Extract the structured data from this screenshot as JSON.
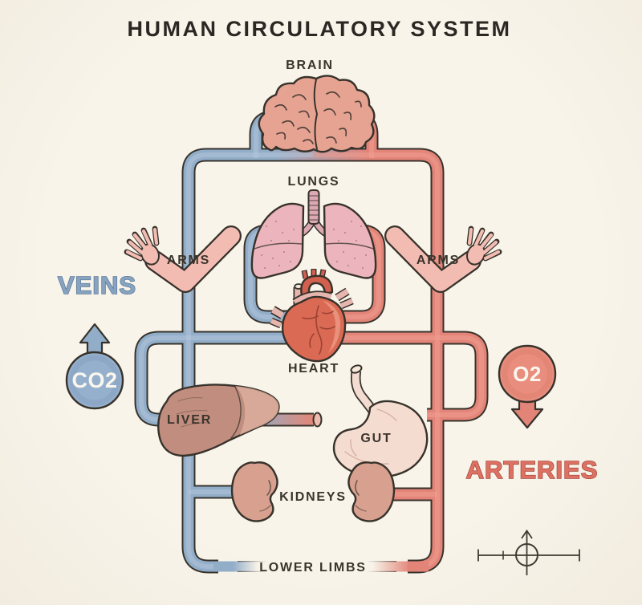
{
  "title": "HUMAN CIRCULATORY SYSTEM",
  "organ_labels": {
    "brain": "BRAIN",
    "lungs": "LUNGS",
    "arms_left": "ARMS",
    "arms_right": "ARMS",
    "heart": "HEART",
    "liver": "LIVER",
    "gut": "GUT",
    "kidneys": "KIDNEYS",
    "lower_limbs": "LOWER LIMBS"
  },
  "annotations": {
    "veins": "VEINS",
    "arteries": "ARTERIES",
    "co2": "CO2",
    "o2": "O2"
  },
  "colors": {
    "background": "#f6f1e7",
    "vein": "#91adc8",
    "artery": "#e28478",
    "vein_core": "#b5c8db",
    "artery_core": "#efa092",
    "outline": "#37322b",
    "title_text": "#2c2723",
    "label_text": "#3a342d",
    "veins_label_fill": "#87a3c0",
    "veins_label_stroke": "#5a7a9b",
    "arteries_label_fill": "#dd7264",
    "arteries_label_stroke": "#a8473b",
    "brain": "#e7a392",
    "lung": "#ecb4bd",
    "heart": "#da6a54",
    "liver": "#c08d7e",
    "gut": "#f5dcd1",
    "kidney": "#d7a08f",
    "skin": "#f3bcb2"
  }
}
